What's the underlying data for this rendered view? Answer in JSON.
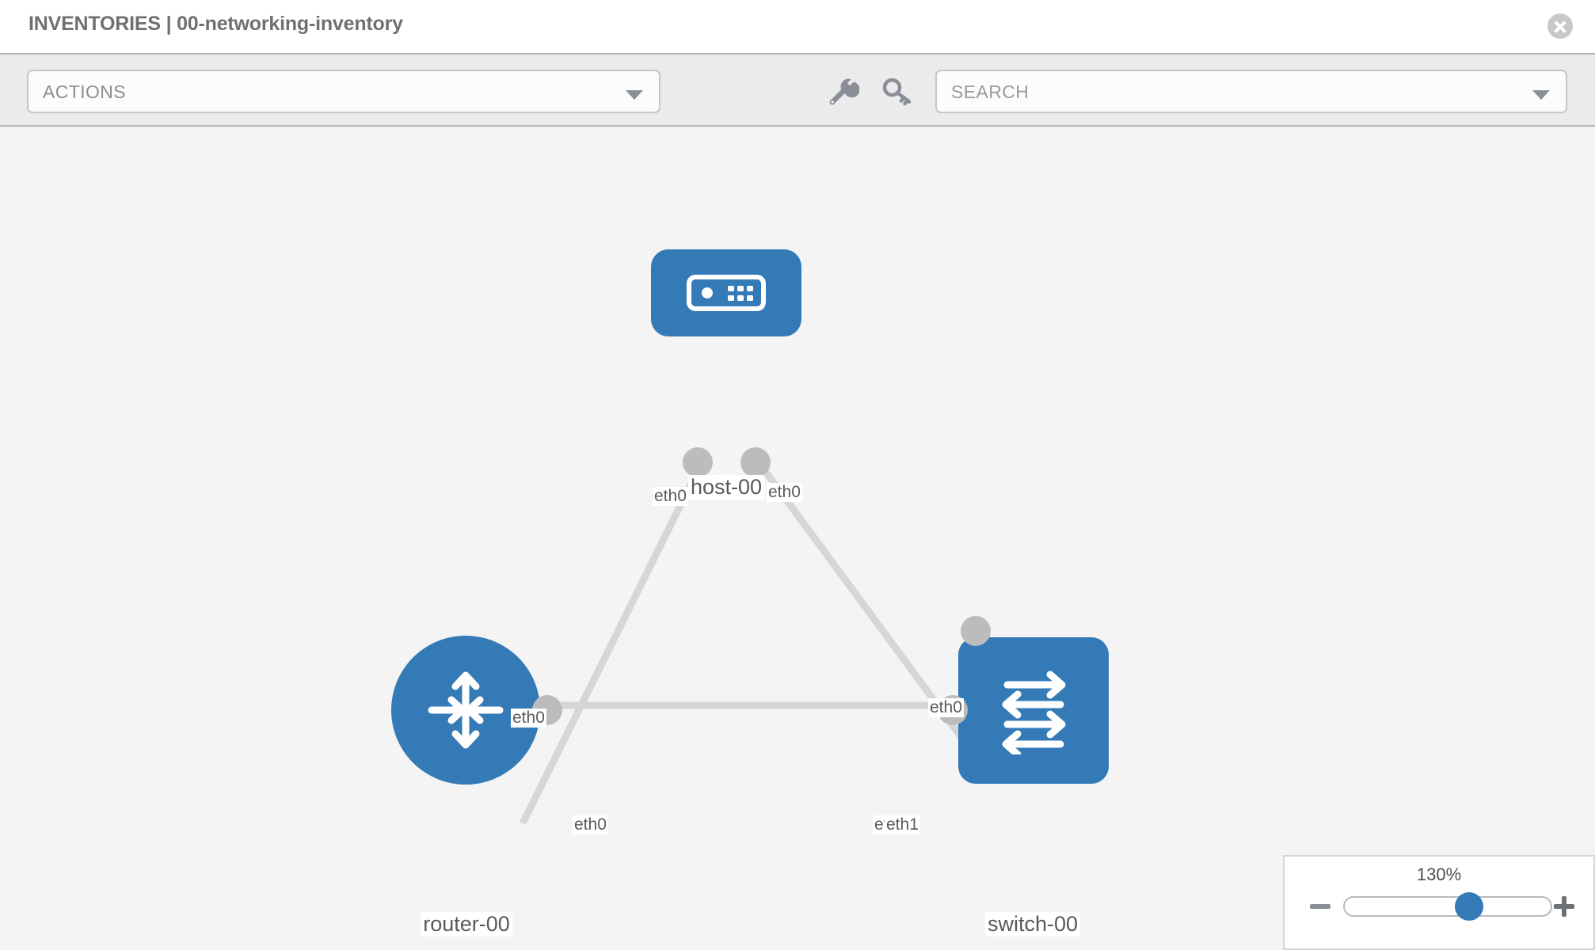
{
  "header": {
    "title": "INVENTORIES | 00-networking-inventory",
    "close_icon": "close-circle-icon"
  },
  "toolbar": {
    "actions_label": "ACTIONS",
    "actions_caret_icon": "chevron-down-icon",
    "wrench_icon": "wrench-icon",
    "key_icon": "key-icon",
    "search_placeholder": "SEARCH",
    "search_value": "",
    "search_caret_icon": "chevron-down-icon"
  },
  "topology": {
    "nodes": [
      {
        "id": "host-00",
        "label": "host-00",
        "type": "host",
        "icon": "server-device-icon",
        "shape": "rounded-square",
        "color": "#337ab7"
      },
      {
        "id": "router-00",
        "label": "router-00",
        "type": "router",
        "icon": "four-way-arrows-icon",
        "shape": "circle",
        "color": "#337ab7"
      },
      {
        "id": "switch-00",
        "label": "switch-00",
        "type": "switch",
        "icon": "bidirectional-arrows-icon",
        "shape": "rounded-square",
        "color": "#337ab7"
      }
    ],
    "edges": [
      {
        "from": "host-00",
        "to": "router-00",
        "from_port": "eth0",
        "to_port": "eth0"
      },
      {
        "from": "host-00",
        "to": "switch-00",
        "from_port": "eth0",
        "to_port": "eth0"
      },
      {
        "from": "router-00",
        "to": "switch-00",
        "from_port": "eth0",
        "to_port": "eth1"
      }
    ],
    "port_labels": {
      "host_left": "eth0",
      "host_right": "eth0",
      "router_top": "eth0",
      "switch_top": "eth0",
      "router_right": "eth0",
      "switch_left_a": "eth",
      "switch_left_b": "eth1"
    },
    "edge_color": "#d6d6d6",
    "handle_color": "#bcbcbc",
    "canvas_color": "#f4f4f4"
  },
  "zoom_control": {
    "value": "130%",
    "minus_label": "minus-icon",
    "plus_label": "plus-icon",
    "slider_percent": 62
  }
}
